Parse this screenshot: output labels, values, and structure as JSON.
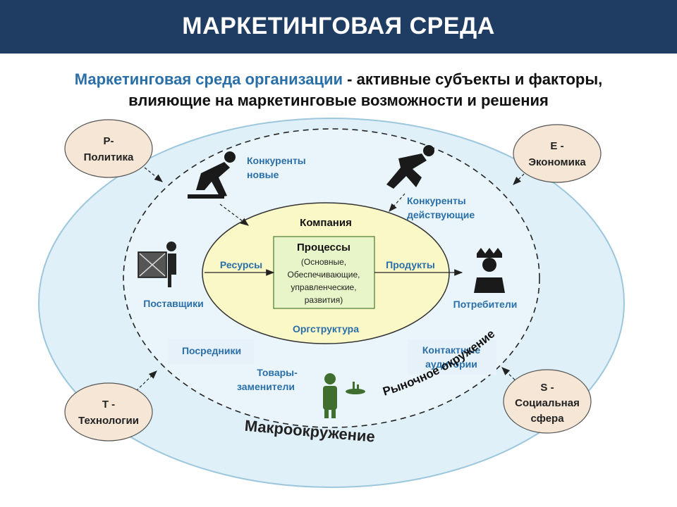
{
  "header": {
    "title": "МАРКЕТИНГОВАЯ СРЕДА"
  },
  "subtitle": {
    "highlight": "Маркетинговая среда организации",
    "rest": " - активные субъекты и факторы,",
    "line2": "влияющие на маркетинговые возможности и решения"
  },
  "pest": {
    "p": {
      "line1": "P-",
      "line2": "Политика"
    },
    "e": {
      "line1": "E -",
      "line2": "Экономика"
    },
    "t": {
      "line1": "T -",
      "line2": "Технологии"
    },
    "s": {
      "line1": "S -",
      "line2": "Социальная",
      "line3": "сфера"
    }
  },
  "company": {
    "title": "Компания",
    "processes": {
      "title": "Процессы",
      "l1": "(Основные,",
      "l2": "Обеспечивающие,",
      "l3": "управленческие,",
      "l4": "развития)"
    },
    "resources": "Ресурсы",
    "products": "Продукты",
    "structure": "Оргструктура"
  },
  "actors": {
    "new_comp": {
      "l1": "Конкуренты",
      "l2": "новые"
    },
    "cur_comp": {
      "l1": "Конкуренты",
      "l2": "действующие"
    },
    "suppliers": "Поставщики",
    "consumers": "Потребители",
    "intermediaries": "Посредники",
    "audiences": {
      "l1": "Контактные",
      "l2": "аудитории"
    },
    "substitutes": {
      "l1": "Товары-",
      "l2": "заменители"
    }
  },
  "rings": {
    "market": "Рыночное окружение",
    "macro": "Макроокружение"
  },
  "colors": {
    "header": "#1f3d63",
    "outer_ring": "#dff0f8",
    "core": "#fbf8c8",
    "accent_text": "#2a6fa8",
    "ellipse_label": "#f5e6d6"
  }
}
